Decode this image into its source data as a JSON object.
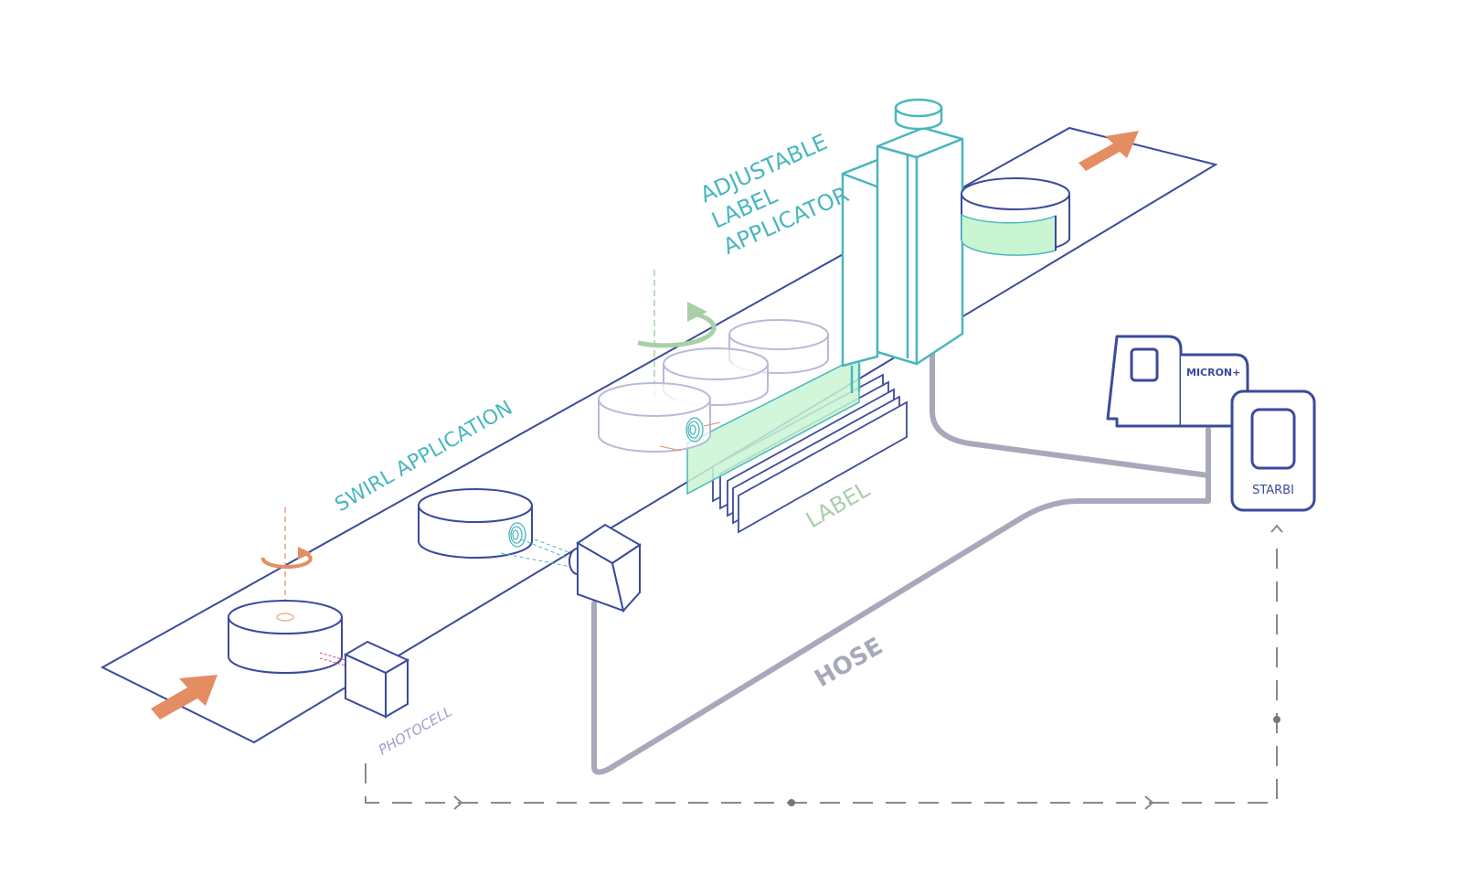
{
  "labels": {
    "adjustable_line1": "ADJUSTABLE",
    "adjustable_line2": "LABEL",
    "adjustable_line3": "APPLICATOR",
    "swirl_application": "SWIRL APPLICATION",
    "label": "LABEL",
    "photocell": "PHOTOCELL",
    "hose": "HOSE",
    "micron": "MICRON+",
    "starbi": "STARBI"
  },
  "colors": {
    "conveyor": "#3b4a9c",
    "teal": "#49b7bd",
    "label_green": "#a9cfa8",
    "label_fill": "#c9f5d3",
    "arrow_orange": "#e48d63",
    "hose_gray": "#a7a9bb",
    "ghost": "#b9b9d9",
    "dash": "#888888",
    "photocell_text": "#9e9fc9"
  }
}
